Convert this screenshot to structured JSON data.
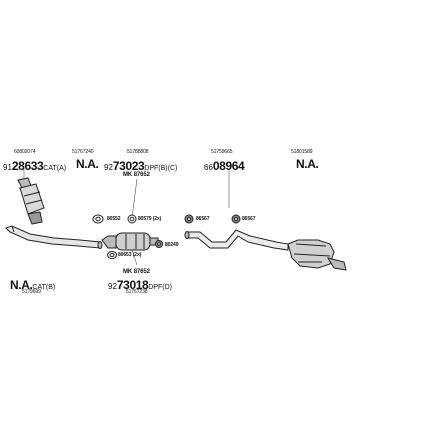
{
  "labels": {
    "col1_top": "60802074",
    "col1_prefix": "91",
    "col1_big": "28633",
    "col1_suffix": "CAT(A)",
    "col2_top": "51767240",
    "col2_na": "N.A.",
    "col3_top": "51788808",
    "col3_prefix": "92",
    "col3_big": "73023",
    "col3_suffix": "DPF(B)(C)",
    "col3_mk": "MK 87652",
    "col4_top": "51759665",
    "col4_prefix": "66",
    "col4_big": "08964",
    "col5_top": "51801589",
    "col5_na": "N.A.",
    "bottom_left_na": "N.A.",
    "bottom_left_suffix": "CAT(B)",
    "bottom_left_num": "5179699",
    "bottom_mk": "MK 87652",
    "bottom_prefix": "92",
    "bottom_big": "73018",
    "bottom_suffix": "DPF(D)",
    "bottom_num": "51767238"
  },
  "parts": {
    "p80552": "80552",
    "p80579": "80579 (2x)",
    "p86567a": "86567",
    "p86567b": "86567",
    "p80653": "80653 (2x)",
    "p80249": "80249"
  }
}
